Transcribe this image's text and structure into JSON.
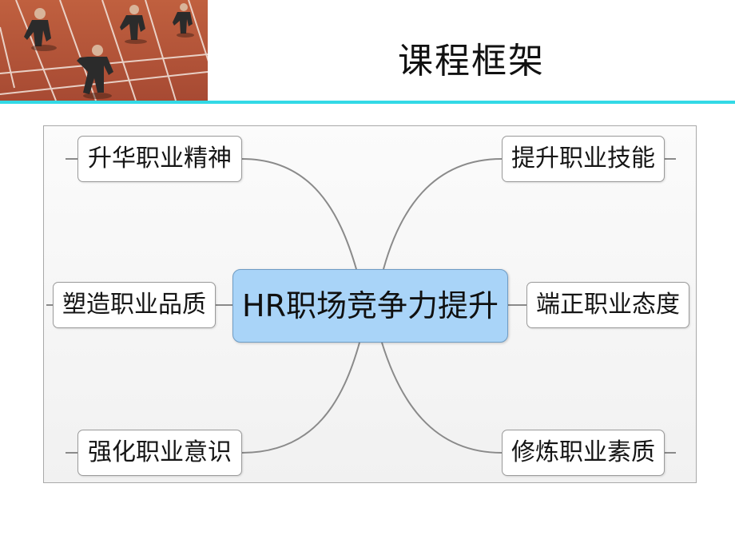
{
  "slide": {
    "title": "课程框架"
  },
  "mindmap": {
    "center": "HR职场竞争力提升",
    "nodes": [
      {
        "id": "top-left",
        "label": "升华职业精神"
      },
      {
        "id": "top-right",
        "label": "提升职业技能"
      },
      {
        "id": "mid-left",
        "label": "塑造职业品质"
      },
      {
        "id": "mid-right",
        "label": "端正职业态度"
      },
      {
        "id": "bottom-left",
        "label": "强化职业意识"
      },
      {
        "id": "bottom-right",
        "label": "修炼职业素质"
      }
    ]
  },
  "colors": {
    "divider": "#33d9e6",
    "center_fill": "#a9d4f8",
    "track": "#b5533a"
  }
}
